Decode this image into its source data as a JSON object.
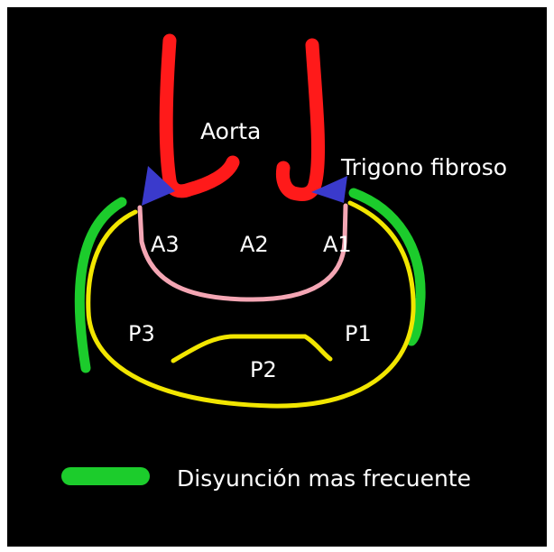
{
  "labels": {
    "aorta": "Aorta",
    "trigone": "Trigono fibroso"
  },
  "segments": {
    "anterior": [
      "A3",
      "A2",
      "A1"
    ],
    "posterior": [
      "P3",
      "P2",
      "P1"
    ]
  },
  "legend": {
    "text": "Disyunción mas frecuente"
  },
  "colors": {
    "background": "#000000",
    "frame": "#ffffff",
    "aorta": "#ff1a1a",
    "trigone": "#3a3acc",
    "anterior_leaflet": "#f4a6b4",
    "posterior_annulus": "#f2e600",
    "disjunction": "#1ccc2c",
    "text": "#ffffff"
  }
}
